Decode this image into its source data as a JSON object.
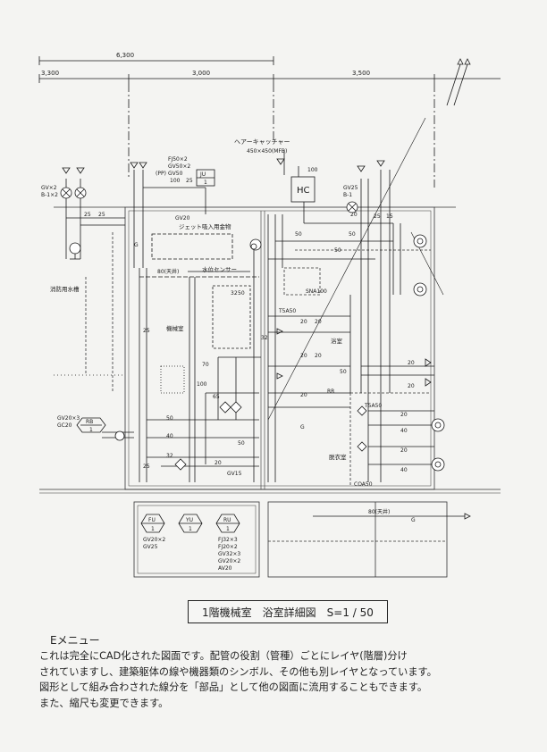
{
  "dimensions": {
    "overall": "6,300",
    "left": "3,300",
    "middle": "3,000",
    "right": "3,500"
  },
  "equipment": {
    "hair_catcher": "ヘアーキャッチャー",
    "hair_catcher_size": "450×450(MFB)",
    "hc": "HC",
    "ju": "JU",
    "rb": "RB",
    "fu": "FU",
    "yu": "YU",
    "ru": "RU",
    "unit_number": "1"
  },
  "labels": {
    "gv_b1_left": "GV×2",
    "b1_left": "B-1×2",
    "fj_gv": "FJ50×2",
    "gv50_2": "GV50×2",
    "gv50": "GV50",
    "pp": "(PP)",
    "gv25": "GV25",
    "b1": "B-1",
    "gv20": "GV20",
    "jet_fitting": "ジェット吸入用金物",
    "water_sensor": "水位センサー",
    "fire_tank": "消防用水槽",
    "machine_room": "機械室",
    "bathroom": "浴室",
    "dressing_room": "脱衣室",
    "ceiling_80": "80(天井)",
    "ceiling_80b": "80(天井)",
    "sna100": "SNA100",
    "t5a50": "T5A50",
    "t5a50b": "T5A50",
    "coa50": "COA50",
    "gv15": "GV15",
    "gv20x3": "GV20×3",
    "gc20": "GC20",
    "rr": "RR",
    "fu_notes": [
      "GV20×2",
      "GV25"
    ],
    "ru_notes": [
      "FJ32×3",
      "FJ20×2",
      "GV32×3",
      "GV20×2",
      "AV20"
    ],
    "nums": {
      "n100": "100",
      "n25": "25",
      "n50": "50",
      "n32": "32",
      "n20": "20",
      "n40": "40",
      "n15": "15",
      "n70": "70",
      "n80": "80",
      "n65": "65",
      "g": "G"
    }
  },
  "caption": {
    "title": "1階機械室　浴室詳細図　S=1 / 50"
  },
  "menu": {
    "title": "Eメニュー",
    "lines": [
      "これは完全にCAD化された図面です。配管の役割（管種）ごとにレイヤ(階層)分け",
      "されていますし、建築躯体の線や機器類のシンボル、その他も別レイヤとなっています。",
      "図形として組み合わされた線分を「部品」として他の図面に流用することもできます。",
      "また、縮尺も変更できます。"
    ]
  }
}
